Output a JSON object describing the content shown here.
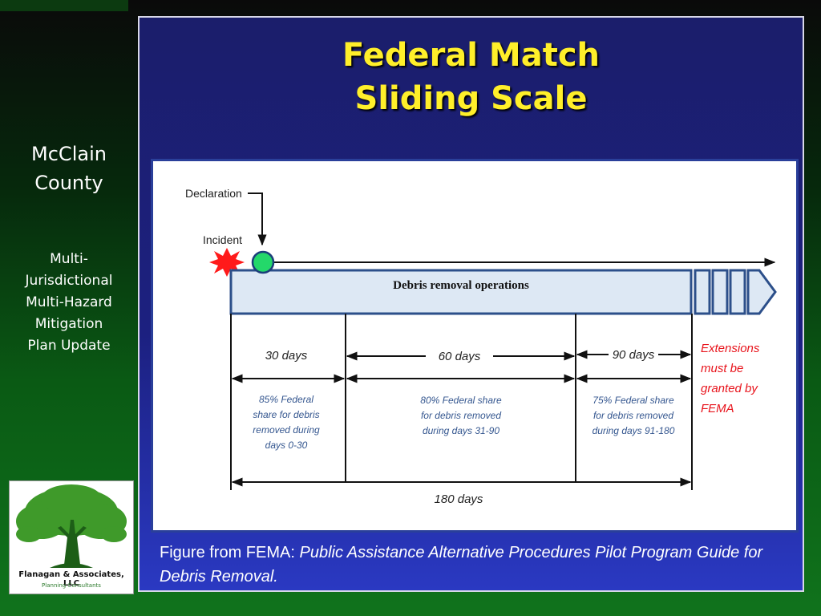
{
  "sidebar": {
    "county_line1": "McClain",
    "county_line2": "County",
    "plan_lines": [
      "Multi-",
      "Jurisdictional",
      "Multi-Hazard",
      "Mitigation",
      "Plan Update"
    ],
    "logo_name": "Flanagan & Associates, LLC",
    "logo_sub": "Planning Consultants"
  },
  "slide": {
    "title_line1": "Federal Match",
    "title_line2": "Sliding Scale",
    "caption_prefix": "Figure from FEMA: ",
    "caption_italic": "Public Assistance Alternative Procedures Pilot Program Guide for Debris Removal."
  },
  "figure": {
    "declaration": "Declaration",
    "incident": "Incident",
    "operations": "Debris removal operations",
    "periods": [
      {
        "label": "30 days",
        "share": [
          "85% Federal",
          "share for debris",
          "removed during",
          "days 0-30"
        ]
      },
      {
        "label": "60 days",
        "share": [
          "80% Federal share",
          "for debris removed",
          "during days 31-90"
        ]
      },
      {
        "label": "90 days",
        "share": [
          "75% Federal share",
          "for debris removed",
          "during days 91-180"
        ]
      }
    ],
    "extensions": [
      "Extensions",
      "must be",
      "granted by",
      "FEMA"
    ],
    "total": "180 days"
  },
  "colors": {
    "title": "#ffef2a",
    "extensions": "#e8141c",
    "share_text": "#34568f",
    "bar_fill": "#dde8f4",
    "bar_border": "#2c4f8a"
  }
}
